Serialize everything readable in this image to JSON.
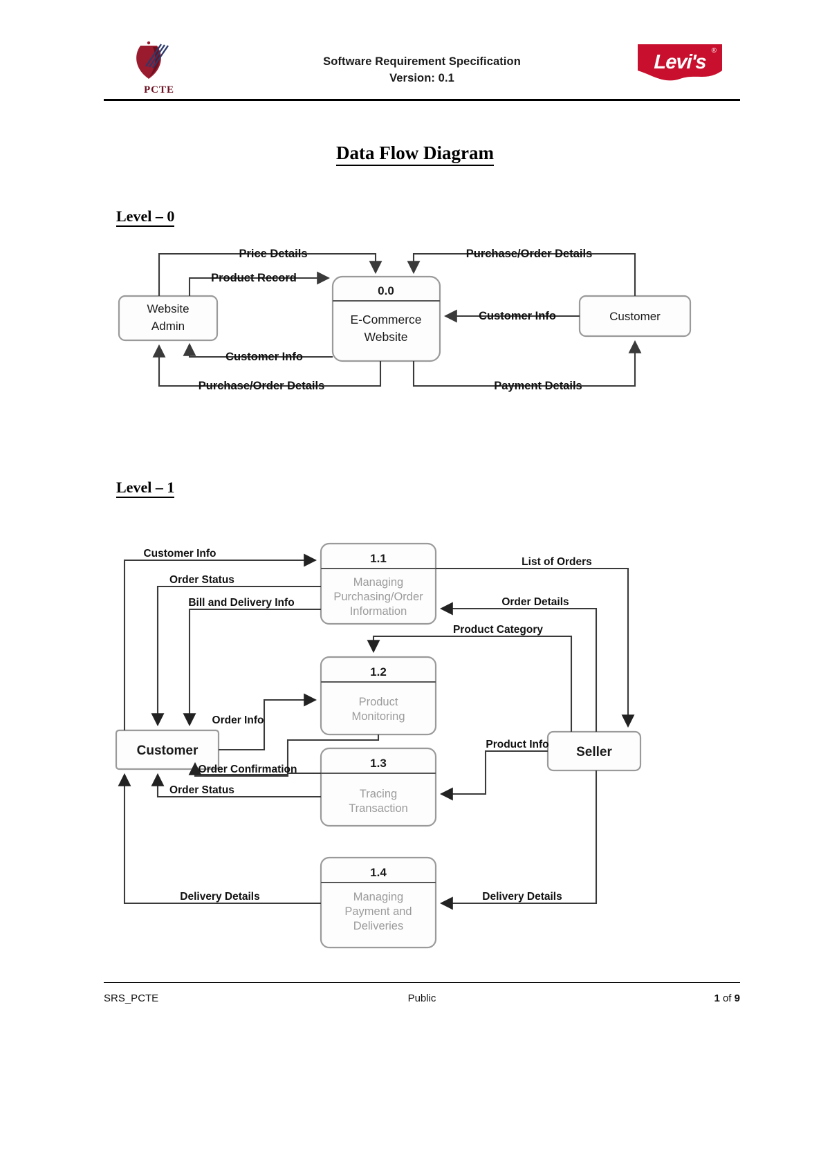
{
  "header": {
    "title_line1": "Software Requirement Specification",
    "title_line2": "Version: 0.1",
    "left_logo_text": "PCTE",
    "right_logo_text": "Levi's",
    "right_logo_mark": "®",
    "right_logo_color": "#C8102E",
    "left_logo_color": "#6b1020"
  },
  "document": {
    "title": "Data Flow Diagram",
    "level0_heading": "Level – 0",
    "level1_heading": "Level – 1"
  },
  "level0": {
    "entities": [
      {
        "id": "website-admin",
        "line1": "Website",
        "line2": "Admin"
      },
      {
        "id": "customer",
        "line1": "Customer",
        "line2": ""
      }
    ],
    "process": {
      "number": "0.0",
      "line1": "E-Commerce",
      "line2": "Website"
    },
    "flows": [
      {
        "label": "Price Details",
        "from": "website-admin",
        "to": "process-0.0"
      },
      {
        "label": "Product Record",
        "from": "website-admin",
        "to": "process-0.0"
      },
      {
        "label": "Customer Info",
        "from": "process-0.0",
        "to": "website-admin"
      },
      {
        "label": "Purchase/Order Details",
        "from": "customer",
        "to": "process-0.0"
      },
      {
        "label": "Customer Info",
        "from": "customer",
        "to": "process-0.0"
      },
      {
        "label": "Purchase/Order Details",
        "from": "process-0.0",
        "to": "website-admin"
      },
      {
        "label": "Payment Details",
        "from": "process-0.0",
        "to": "customer"
      }
    ]
  },
  "level1": {
    "entities": [
      {
        "id": "customer",
        "label": "Customer"
      },
      {
        "id": "seller",
        "label": "Seller"
      }
    ],
    "processes": [
      {
        "number": "1.1",
        "lines": [
          "Managing",
          "Purchasing/Order",
          "Information"
        ]
      },
      {
        "number": "1.2",
        "lines": [
          "Product",
          "Monitoring"
        ]
      },
      {
        "number": "1.3",
        "lines": [
          "Tracing",
          "Transaction"
        ]
      },
      {
        "number": "1.4",
        "lines": [
          "Managing",
          "Payment and",
          "Deliveries"
        ]
      }
    ],
    "flows": [
      {
        "label": "Customer Info",
        "from": "customer",
        "to": "1.1"
      },
      {
        "label": "Order Status",
        "from": "1.1",
        "to": "customer"
      },
      {
        "label": "Bill and Delivery Info",
        "from": "1.1",
        "to": "customer"
      },
      {
        "label": "List of Orders",
        "from": "1.1",
        "to": "seller"
      },
      {
        "label": "Order Details",
        "from": "seller",
        "to": "1.1"
      },
      {
        "label": "Product Category",
        "from": "seller",
        "to": "1.2"
      },
      {
        "label": "Order Info",
        "from": "customer",
        "to": "1.2"
      },
      {
        "label": "Product Info",
        "from": "seller",
        "to": "1.3"
      },
      {
        "label": "Order Confirmation",
        "from": "1.3",
        "to": "customer"
      },
      {
        "label": "Order Status",
        "from": "1.3",
        "to": "customer"
      },
      {
        "label": "Delivery Details",
        "from": "1.4",
        "to": "customer"
      },
      {
        "label": "Delivery Details",
        "from": "seller",
        "to": "1.4"
      }
    ]
  },
  "footer": {
    "left": "SRS_PCTE",
    "center": "Public",
    "page_number": "1",
    "page_of": " of ",
    "page_total": "9"
  }
}
